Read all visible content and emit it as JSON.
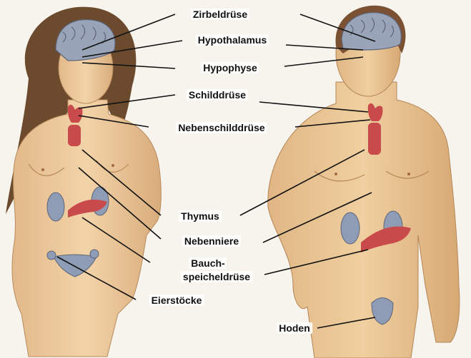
{
  "labels": {
    "zirbeldruese": "Zirbeldrüse",
    "hypothalamus": "Hypothalamus",
    "hypophyse": "Hypophyse",
    "schilddruese": "Schilddrüse",
    "nebenschilddruese": "Nebenschilddrüse",
    "thymus": "Thymus",
    "nebenniere": "Nebenniere",
    "bauchspeicheldruese_line1": "Bauch-",
    "bauchspeicheldruese_line2": "speicheldrüse",
    "eierstoecke": "Eierstöcke",
    "hoden": "Hoden"
  },
  "colors": {
    "background": "#f7f4ee",
    "skin": "#f2d3a8",
    "organ_red": "#c94a4a",
    "organ_blue": "#8e9cb5",
    "hair": "#6b4a2e",
    "label_text": "#111111"
  }
}
